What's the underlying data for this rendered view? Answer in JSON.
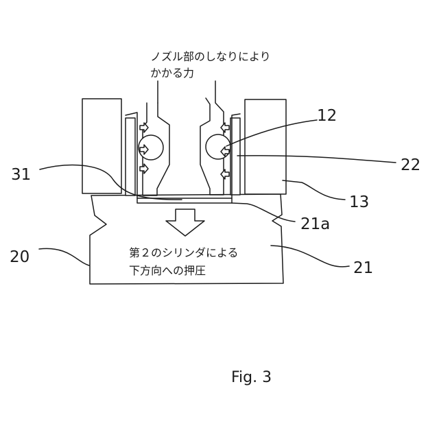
{
  "figure": {
    "caption": "Fig. 3",
    "annotations": {
      "nozzle_force_line1": "ノズル部のしなりにより",
      "nozzle_force_line2": "かかる力",
      "press_line1": "第２のシリンダによる",
      "press_line2": "下方向への押圧"
    },
    "reference_numerals": {
      "n12": "12",
      "n13": "13",
      "n20": "20",
      "n21": "21",
      "n21a": "21a",
      "n22": "22",
      "n31": "31"
    }
  }
}
